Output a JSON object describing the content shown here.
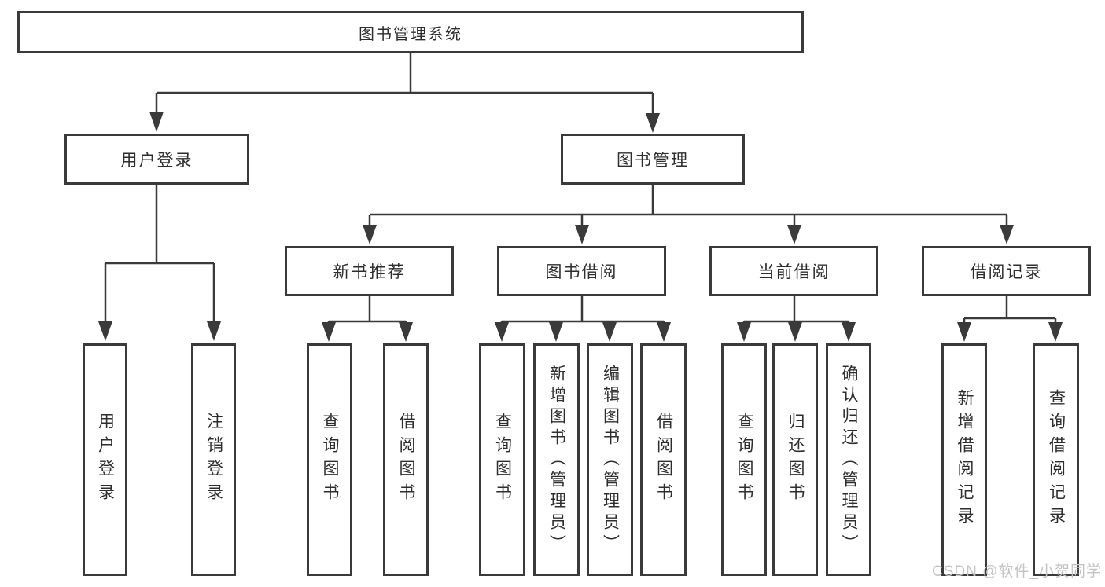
{
  "diagram": {
    "title": "图书管理系统",
    "branches": {
      "user_login": {
        "label": "用户登录",
        "children": [
          {
            "label": "用户登录"
          },
          {
            "label": "注销登录"
          }
        ]
      },
      "book_mgmt": {
        "label": "图书管理",
        "sections": [
          {
            "label": "新书推荐",
            "children": [
              {
                "label": "查询图书"
              },
              {
                "label": "借阅图书"
              }
            ]
          },
          {
            "label": "图书借阅",
            "children": [
              {
                "label": "查询图书"
              },
              {
                "label": "新增图书（管理员）"
              },
              {
                "label": "编辑图书（管理员）"
              },
              {
                "label": "借阅图书"
              }
            ]
          },
          {
            "label": "当前借阅",
            "children": [
              {
                "label": "查询图书"
              },
              {
                "label": "归还图书"
              },
              {
                "label": "确认归还（管理员）"
              }
            ]
          },
          {
            "label": "借阅记录",
            "children": [
              {
                "label": "新增借阅记录"
              },
              {
                "label": "查询借阅记录"
              }
            ]
          }
        ]
      }
    }
  },
  "watermark": {
    "text": "CSDN @软件_小贺同学"
  },
  "colors": {
    "line": "#3a3a3a",
    "text": "#2e2e2e",
    "background": "#ffffff",
    "watermark": "#c4c4c4"
  }
}
